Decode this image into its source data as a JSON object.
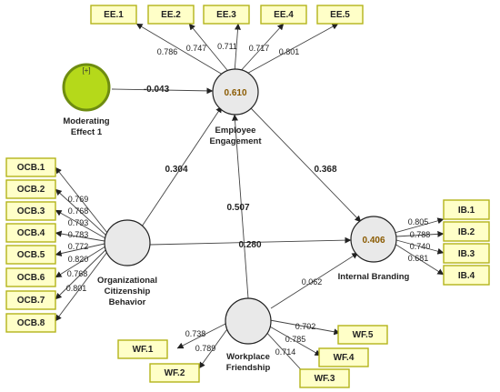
{
  "constructs": {
    "ee": {
      "name_lines": [
        "Employee",
        "Engagement"
      ],
      "r2": "0.610"
    },
    "ib": {
      "name_lines": [
        "Internal Branding"
      ],
      "r2": "0.406"
    },
    "ocb": {
      "name_lines": [
        "Organizational",
        "Citizenship",
        "Behavior"
      ]
    },
    "wf": {
      "name_lines": [
        "Workplace",
        "Friendship"
      ]
    },
    "mod": {
      "name_lines": [
        "Moderating",
        "Effect 1"
      ],
      "tag": "[+]"
    }
  },
  "indicators": {
    "ee": [
      {
        "label": "EE.1",
        "loading": "0.786"
      },
      {
        "label": "EE.2",
        "loading": "0.747"
      },
      {
        "label": "EE.3",
        "loading": "0.711"
      },
      {
        "label": "EE.4",
        "loading": "0.717"
      },
      {
        "label": "EE.5",
        "loading": "0.801"
      }
    ],
    "ib": [
      {
        "label": "IB.1",
        "loading": "0.805"
      },
      {
        "label": "IB.2",
        "loading": "0.788"
      },
      {
        "label": "IB.3",
        "loading": "0.740"
      },
      {
        "label": "IB.4",
        "loading": "0.681"
      }
    ],
    "ocb": [
      {
        "label": "OCB.1",
        "loading": "0.769"
      },
      {
        "label": "OCB.2",
        "loading": "0.768"
      },
      {
        "label": "OCB.3",
        "loading": "0.793"
      },
      {
        "label": "OCB.4",
        "loading": "0.783"
      },
      {
        "label": "OCB.5",
        "loading": "0.772"
      },
      {
        "label": "OCB.6",
        "loading": "0.820"
      },
      {
        "label": "OCB.7",
        "loading": "0.768"
      },
      {
        "label": "OCB.8",
        "loading": "0.801"
      }
    ],
    "wf": [
      {
        "label": "WF.1",
        "loading": "0.738"
      },
      {
        "label": "WF.2",
        "loading": "0.789"
      },
      {
        "label": "WF.3",
        "loading": "0.714"
      },
      {
        "label": "WF.4",
        "loading": "0.785"
      },
      {
        "label": "WF.5",
        "loading": "0.702"
      }
    ]
  },
  "paths": {
    "mod_ee": "-0.043",
    "ocb_ee": "0.304",
    "ee_ib": "0.368",
    "wf_ee": "0.507",
    "ocb_ib": "0.280",
    "wf_ib": "0.062"
  },
  "colors": {
    "indicator_fill": "#ffffc8",
    "indicator_border": "#b4b41a",
    "latent_fill": "#e9e9e9",
    "moderator_fill": "#b5d91a",
    "r2_text": "#8a5a00"
  }
}
